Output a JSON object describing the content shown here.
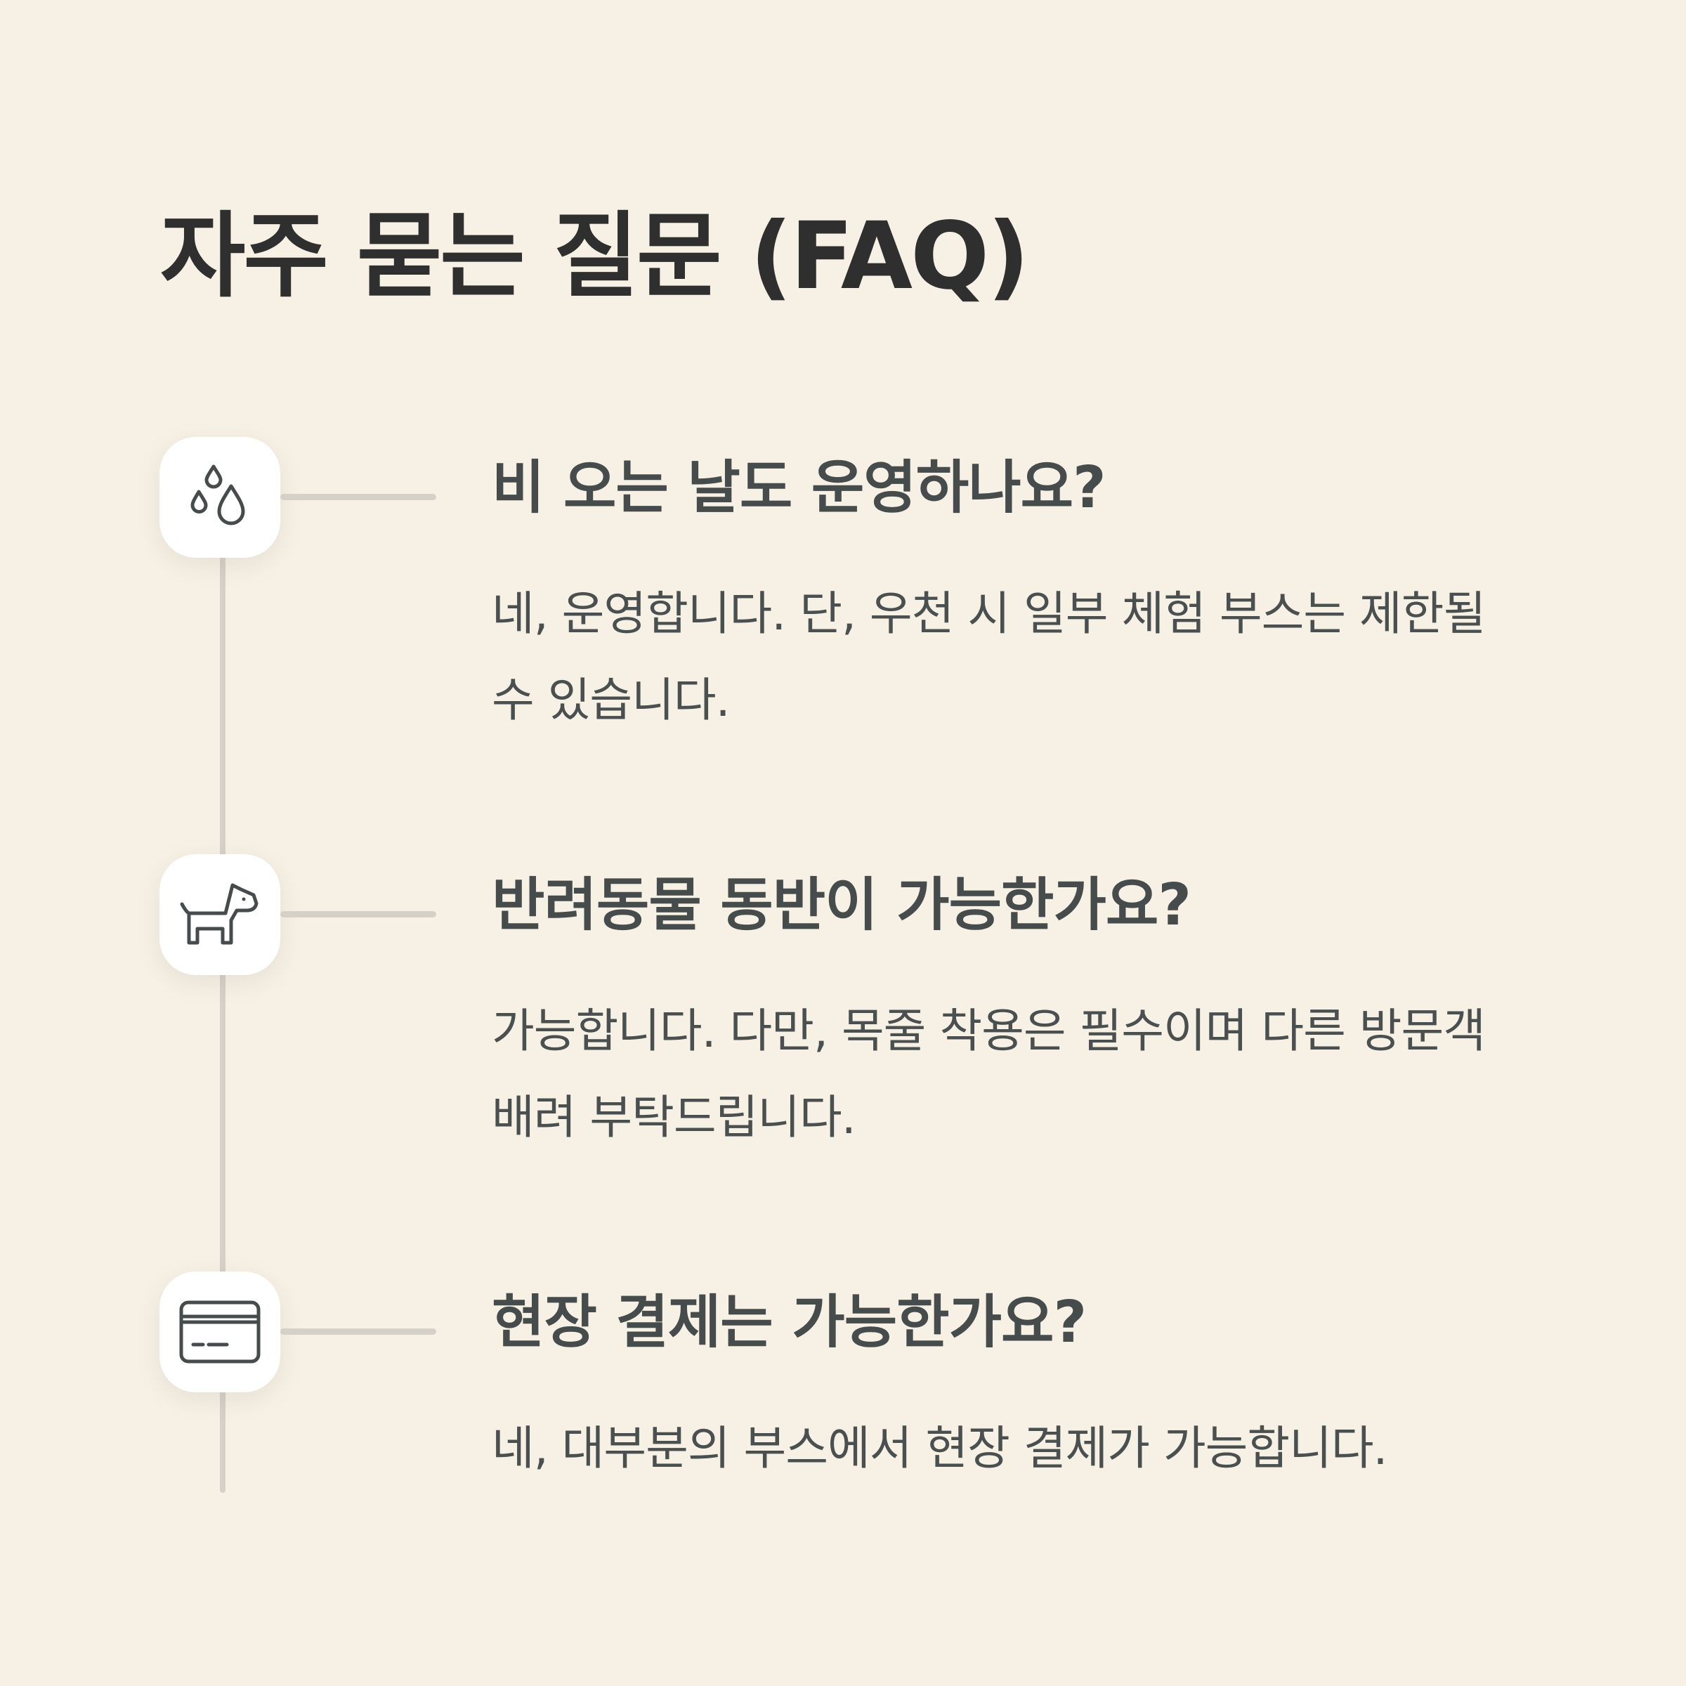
{
  "page": {
    "title": "자주 묻는 질문 (FAQ)"
  },
  "colors": {
    "background": "#f6f0e5",
    "title": "#2f2f2f",
    "text": "#454c4b",
    "line": "#d6d1c8",
    "icon_bg": "#ffffff",
    "icon_stroke": "#454c4b"
  },
  "faq": {
    "items": [
      {
        "icon": "raindrops-icon",
        "question": "비 오는 날도 운영하나요?",
        "answer": "네, 운영합니다. 단, 우천 시 일부 체험 부스는 제한될 수 있습니다."
      },
      {
        "icon": "dog-icon",
        "question": "반려동물 동반이 가능한가요?",
        "answer": "가능합니다. 다만, 목줄 착용은 필수이며 다른 방문객 배려 부탁드립니다."
      },
      {
        "icon": "credit-card-icon",
        "question": "현장 결제는 가능한가요?",
        "answer": "네, 대부분의 부스에서 현장 결제가 가능합니다."
      }
    ]
  }
}
